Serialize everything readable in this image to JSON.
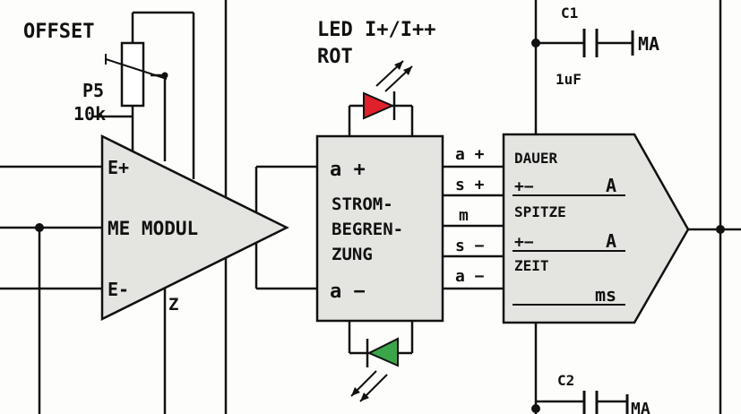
{
  "labels": {
    "offset": "OFFSET",
    "pot_name": "P5",
    "pot_value": "10k",
    "led_title": "LED I+/I++",
    "led_color": "ROT",
    "c1_name": "C1",
    "c1_value": "1uF",
    "c1_terminal": "MA",
    "c2_name": "C2",
    "c2_terminal": "MA",
    "amp_in_plus": "E+",
    "amp_in_minus": "E-",
    "amp_name": "ME MODUL",
    "amp_z": "Z",
    "limiter_a_plus": "a +",
    "limiter_a_minus": "a −",
    "limiter_line1": "STROM-",
    "limiter_line2": "BEGREN-",
    "limiter_line3": "ZUNG",
    "pin_a_plus": "a +",
    "pin_s_plus": "s +",
    "pin_m": "m",
    "pin_s_minus": "s −",
    "pin_a_minus": "a −",
    "display_dauer": "DAUER",
    "display_pm1": "+−",
    "display_unit_a1": "A",
    "display_spitze": "SPITZE",
    "display_pm2": "+−",
    "display_unit_a2": "A",
    "display_zeit": "ZEIT",
    "display_ms": "ms"
  },
  "colors": {
    "ink": "#111111",
    "led_red": "#e0202a",
    "led_green": "#3aa64a",
    "block_fill": "#e4e4e0"
  }
}
